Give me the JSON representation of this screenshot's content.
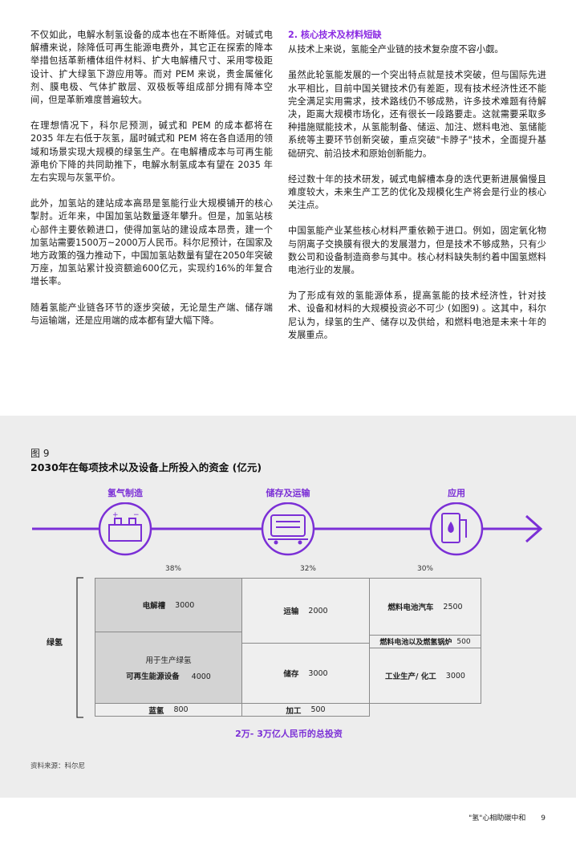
{
  "left_paragraphs": [
    "不仅如此，电解水制氢设备的成本也在不断降低。对碱式电解槽来说，除降低可再生能源电费外，其它正在探索的降本举措包括革新槽体组件材料、扩大电解槽尺寸、采用零极距设计、扩大绿氢下游应用等。而对 PEM 来说，贵金属催化剂、膜电极、气体扩散层、双极板等组成部分拥有降本空间，但是革新难度普遍较大。",
    "在理想情况下，科尔尼预测，碱式和 PEM 的成本都将在 2035 年左右低于灰氢，届时碱式和 PEM 将在各自适用的领域和场景实现大规模的绿氢生产。在电解槽成本与可再生能源电价下降的共同助推下，电解水制氢成本有望在 2035 年左右实现与灰氢平价。",
    "此外，加氢站的建站成本高昂是氢能行业大规模铺开的核心掣肘。近年来，中国加氢站数量逐年攀升。但是，加氢站核心部件主要依赖进口，使得加氢站的建设成本昂贵，建一个加氢站需要1500万~2000万人民币。科尔尼预计，在国家及地方政策的强力推动下，中国加氢站数量有望在2050年突破万座，加氢站累计投资额逾600亿元，实现约16%的年复合增长率。",
    "随着氢能产业链各环节的逐步突破，无论是生产端、储存端与运输端，还是应用端的成本都有望大幅下降。"
  ],
  "right_section_title": "2. 核心技术及材料短缺",
  "right_paragraphs": [
    "从技术上来说，氢能全产业链的技术复杂度不容小觑。",
    "虽然此轮氢能发展的一个突出特点就是技术突破，但与国际先进水平相比，目前中国关键技术仍有差距，现有技术经济性还不能完全满足实用需求，技术路线仍不够成熟，许多技术难题有待解决，距离大规模市场化，还有很长一段路要走。这就需要采取多种措施赋能技术，从氢能制备、储运、加注、燃料电池、氢储能系统等主要环节创新突破，重点突破\"卡脖子\"技术，全面提升基础研究、前沿技术和原始创新能力。",
    "经过数十年的技术研发，碱式电解槽本身的迭代更新进展偏慢且难度较大，未来生产工艺的优化及规模化生产将会是行业的核心关注点。",
    "中国氢能产业某些核心材料严重依赖于进口。例如，固定氧化物与阴离子交换膜有很大的发展潜力，但是技术不够成熟，只有少数公司和设备制造商参与其中。核心材料缺失制约着中国氢燃料电池行业的发展。",
    "为了形成有效的氢能源体系，提高氢能的技术经济性，针对技术、设备和材料的大规模投资必不可少 (如图9) 。这其中，科尔尼认为，绿氢的生产、储存以及供给，和燃料电池是未来十年的发展重点。"
  ],
  "figure": {
    "number": "图 9",
    "title": "2030年在每项技术以及设备上所投入的资金 (亿元)",
    "stages": [
      {
        "label": "氢气制造",
        "icon": "hydrogen-production-icon",
        "pct": "38%"
      },
      {
        "label": "储存及运输",
        "icon": "storage-transport-icon",
        "pct": "32%"
      },
      {
        "label": "应用",
        "icon": "application-fuel-icon",
        "pct": "30%"
      }
    ],
    "row_label": "绿氢",
    "cells": {
      "electrolyzer": {
        "label": "电解槽",
        "value": "3000"
      },
      "renewable_sub": "用于生产绿氢",
      "renewable": {
        "label": "可再生能源设备",
        "value": "4000"
      },
      "blue": {
        "label": "蓝氢",
        "value": "800"
      },
      "transport": {
        "label": "运输",
        "value": "2000"
      },
      "storage": {
        "label": "储存",
        "value": "3000"
      },
      "processing": {
        "label": "加工",
        "value": "500"
      },
      "fcv": {
        "label": "燃料电池汽车",
        "value": "2500"
      },
      "fc_boiler": {
        "label": "燃料电池以及燃氢锅炉",
        "value": "500"
      },
      "industry": {
        "label": "工业生产/ 化工",
        "value": "3000"
      }
    },
    "total": "2万- 3万亿人民币的总投资",
    "source": "资料来源：科尔尼",
    "accent_color": "#7b2fd6"
  },
  "footer": {
    "text": "\"氢\"心相助碳中和",
    "page": "9"
  }
}
